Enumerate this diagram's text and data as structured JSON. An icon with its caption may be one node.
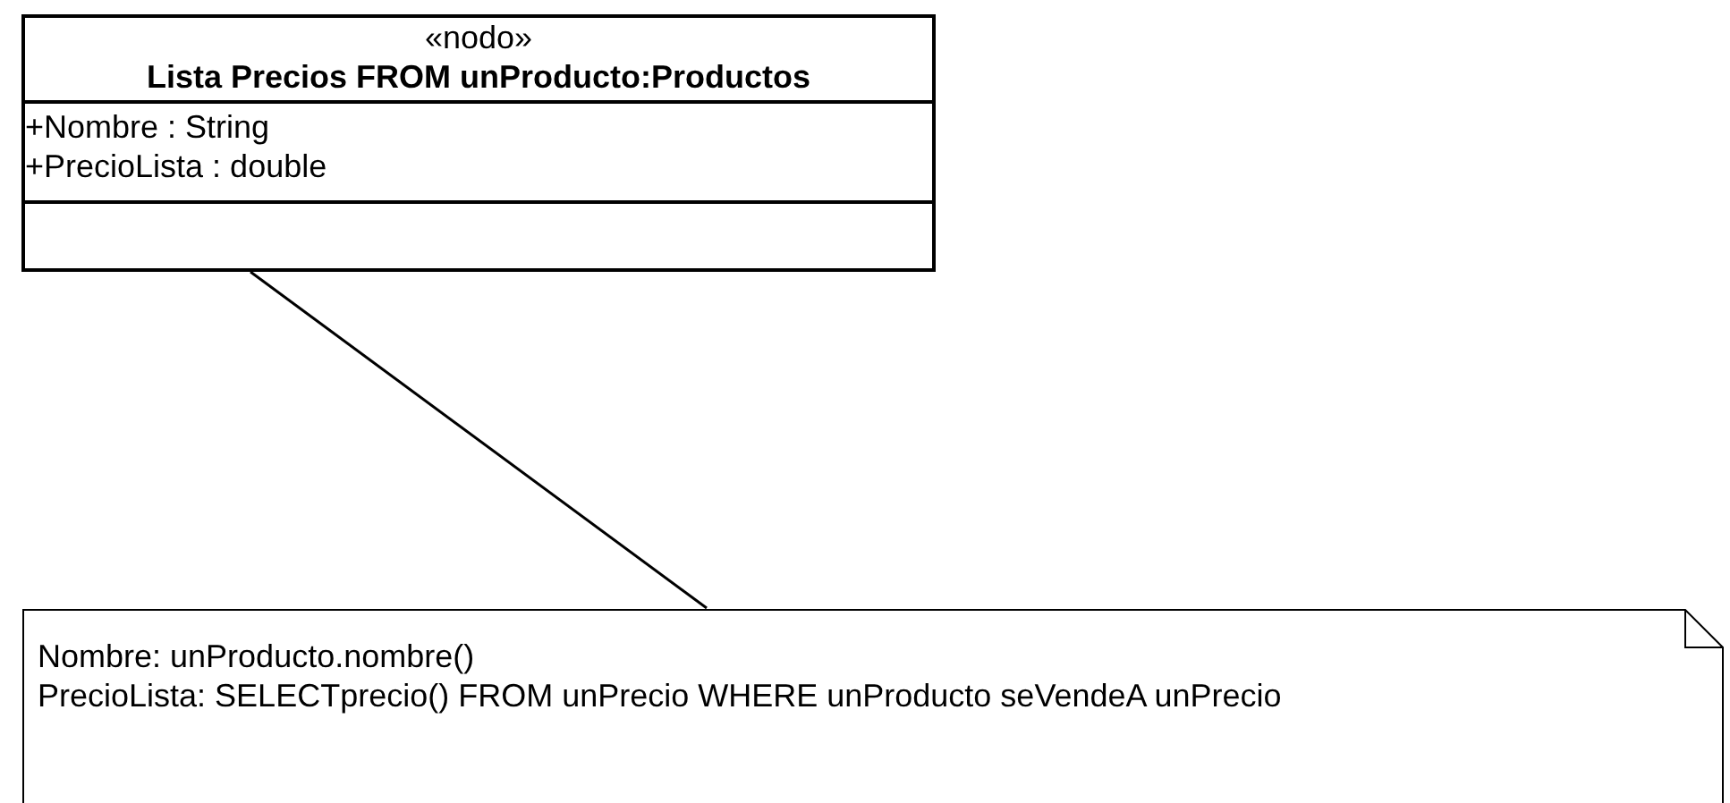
{
  "diagram": {
    "nodes": [
      {
        "text": [
          "«nodo»",
          "Lista Precios FROM unProducto:Productos",
          "+Nombre : String",
          "+PrecioLista : double"
        ]
      },
      {
        "text": [
          "Nombre: unProducto.nombre()",
          "PrecioLista: SELECTprecio() FROM unPrecio WHERE unProducto seVendeA unPrecio"
        ]
      }
    ],
    "edges": [
      {
        "from": 0,
        "to": 1,
        "arrow": "none"
      }
    ]
  }
}
